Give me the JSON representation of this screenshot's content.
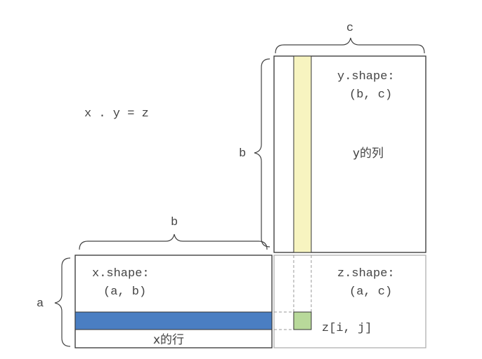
{
  "equation": "x . y = z",
  "x_matrix": {
    "shape_label": "x.shape:",
    "shape_value": "(a, b)",
    "row_label": "x的行",
    "width_label": "b",
    "height_label": "a"
  },
  "y_matrix": {
    "shape_label": "y.shape:",
    "shape_value": "(b, c)",
    "column_label": "y的列",
    "width_label": "c",
    "height_label": "b"
  },
  "z_matrix": {
    "shape_label": "z.shape:",
    "shape_value": "(a, c)",
    "element_label": "z[i, j]"
  },
  "colors": {
    "x_row": "#4a7ec2",
    "y_column": "#f7f4c0",
    "z_element": "#b8d99a"
  }
}
